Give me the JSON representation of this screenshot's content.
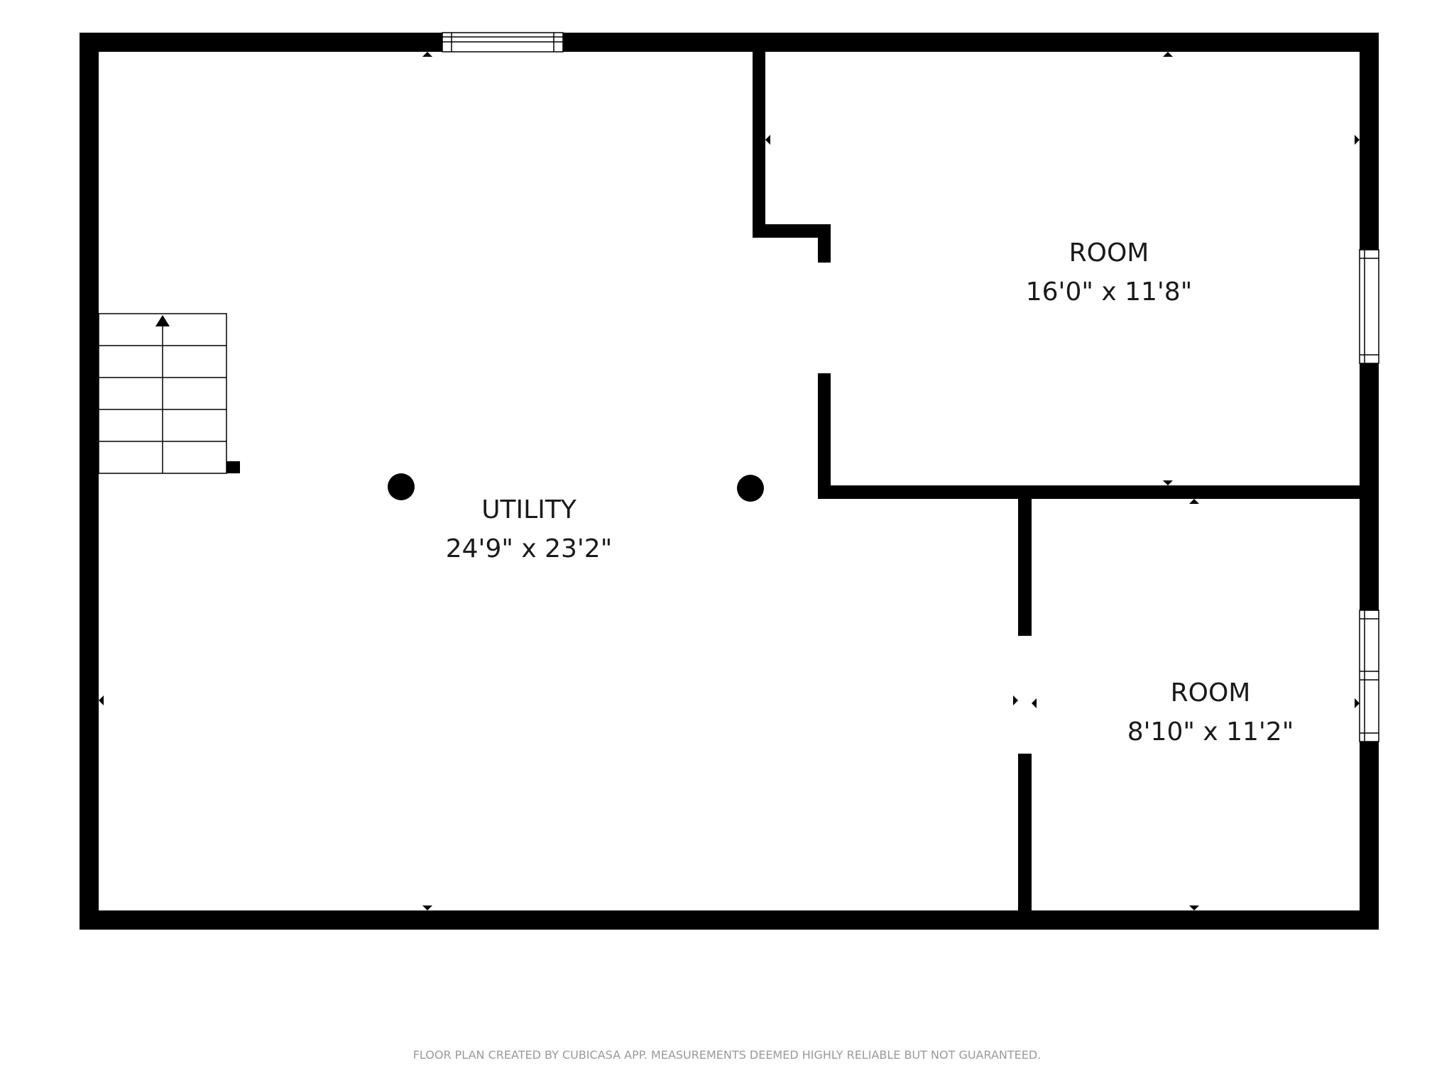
{
  "rooms": [
    {
      "name": "UTILITY",
      "dimensions": "24'9\" x 23'2\""
    },
    {
      "name": "ROOM",
      "dimensions": "16'0\" x 11'8\""
    },
    {
      "name": "ROOM",
      "dimensions": "8'10\" x 11'2\""
    }
  ],
  "footer": {
    "note": "FLOOR PLAN CREATED BY CUBICASA APP. MEASUREMENTS DEEMED HIGHLY RELIABLE BUT NOT GUARANTEED."
  },
  "colors": {
    "wall": "#000000",
    "background": "#ffffff",
    "label": "#1a1a1a",
    "footer": "#9a9a9a"
  },
  "icons": {
    "stairs": "stairs-up-arrow",
    "column": "support-column",
    "window": "window-opening",
    "door": "door-opening",
    "marker": "measurement-tick"
  }
}
